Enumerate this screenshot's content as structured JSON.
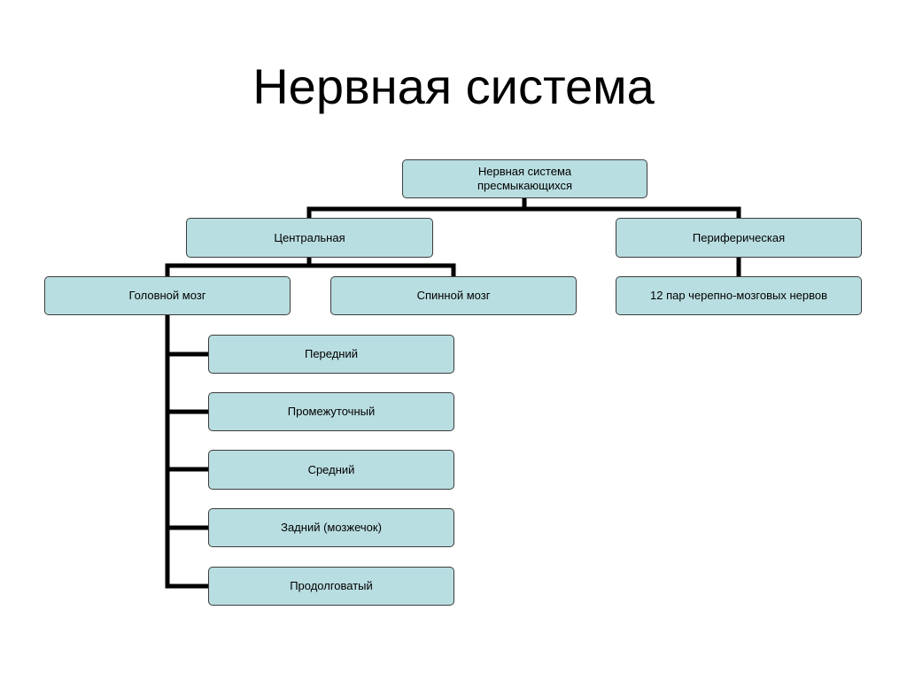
{
  "slide": {
    "title": "Нервная система"
  },
  "diagram": {
    "root": "Нервная система\nпресмыкающихся",
    "central": "Центральная",
    "peripheral": "Периферическая",
    "brain": "Головной мозг",
    "spinal_cord": "Спинной мозг",
    "cranial_nerves": "12 пар черепно-мозговых нервов",
    "brain_parts": [
      "Передний",
      "Промежуточный",
      "Средний",
      "Задний (мозжечок)",
      "Продолговатый"
    ]
  },
  "colors": {
    "node_fill": "#b9dee1",
    "node_border": "#3c3c3c",
    "connector": "#000000"
  }
}
